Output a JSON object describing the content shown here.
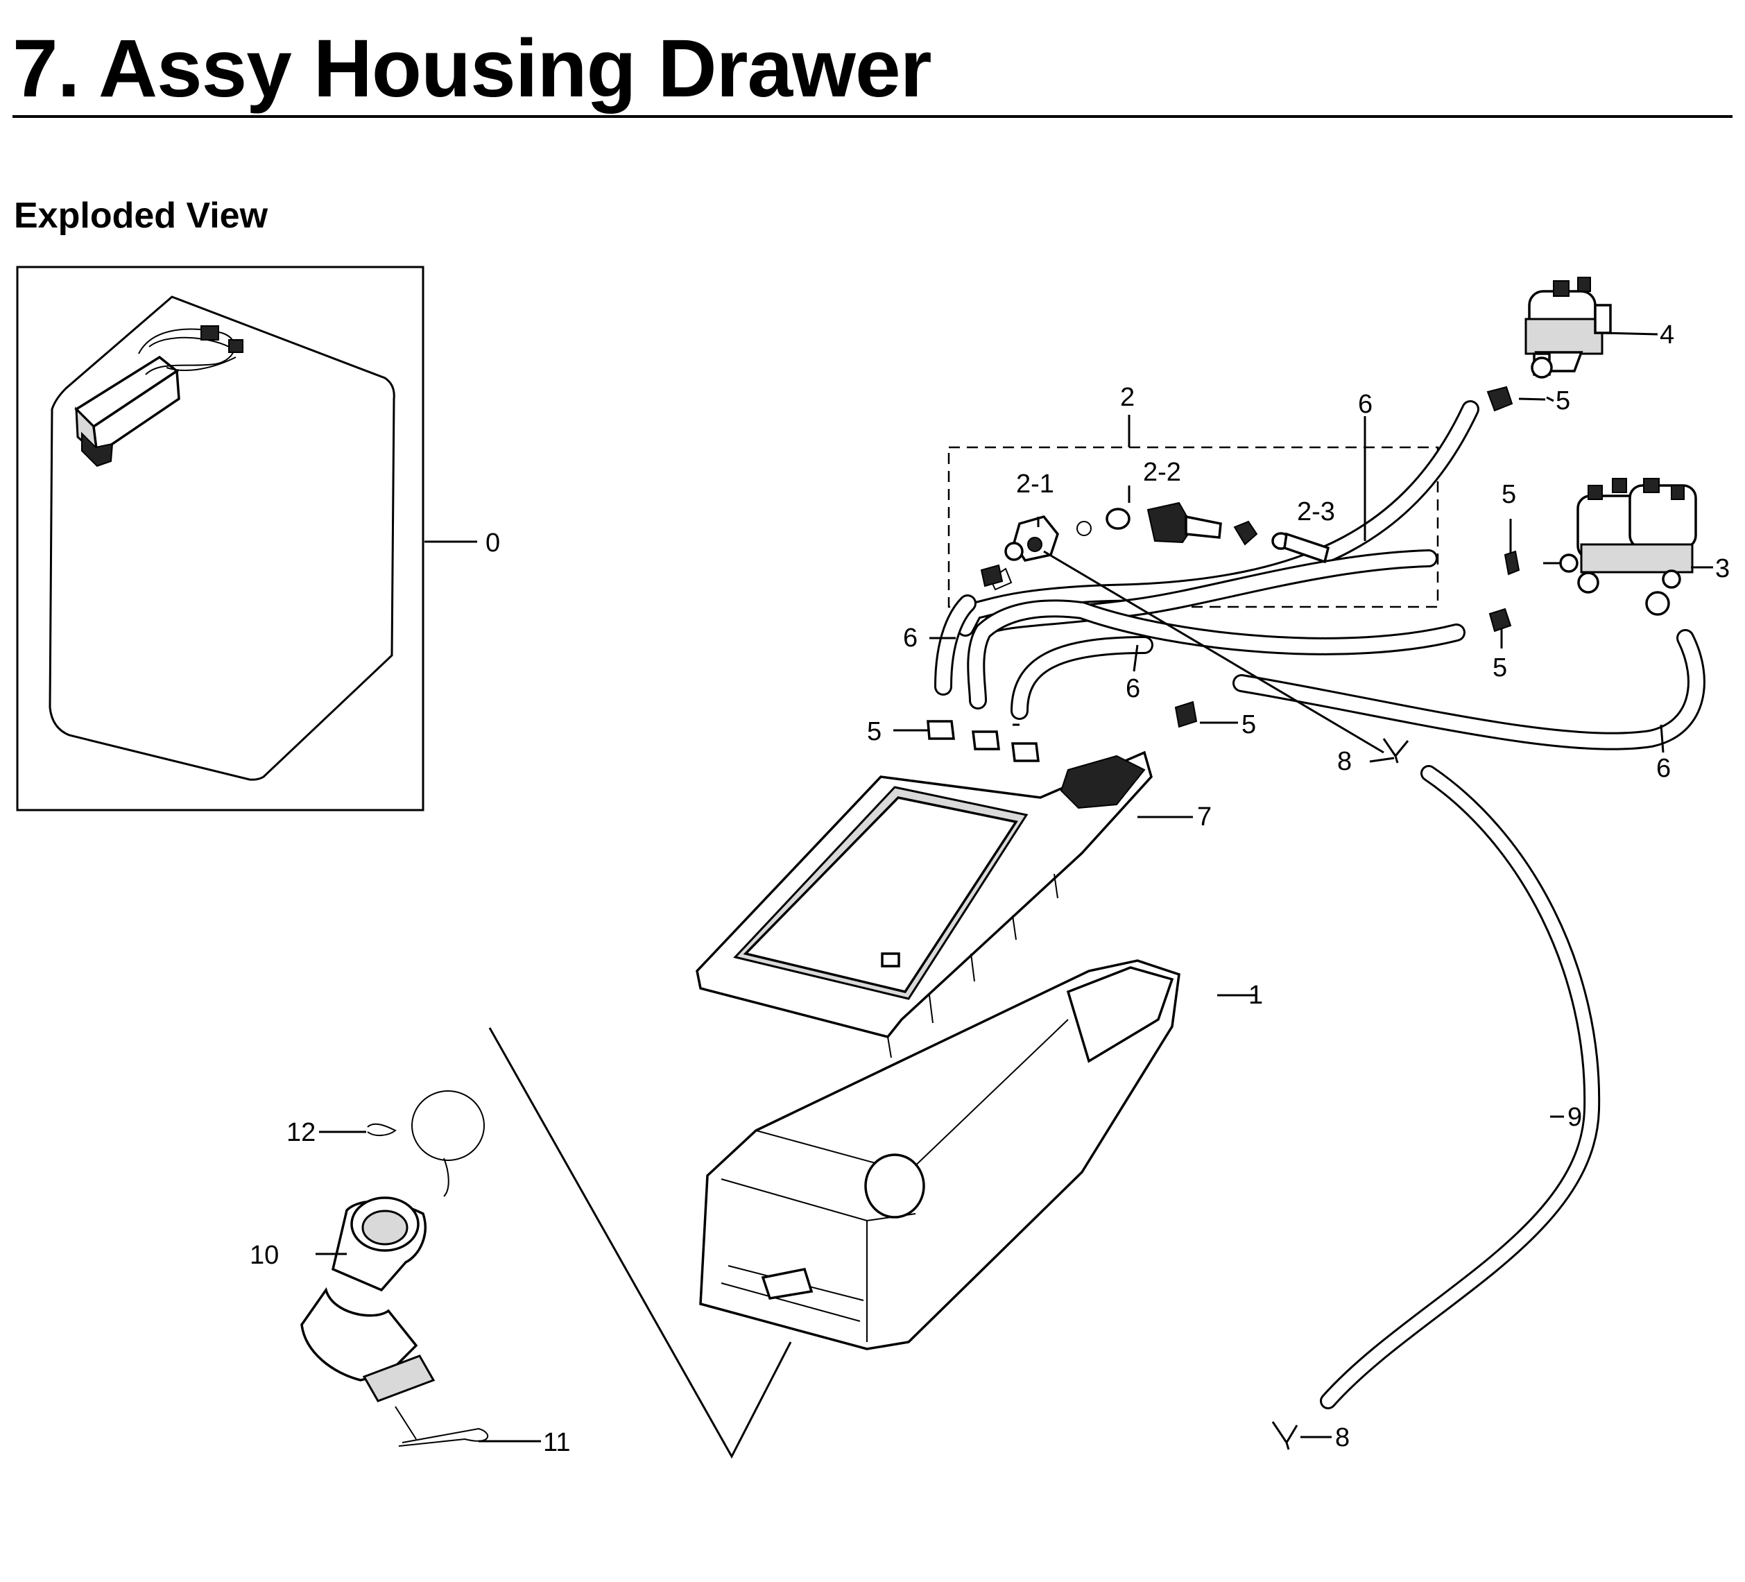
{
  "page": {
    "title": "7.  Assy Housing Drawer",
    "subtitle": "Exploded View"
  },
  "callouts": [
    {
      "id": "c0",
      "text": "0"
    },
    {
      "id": "c1",
      "text": "1"
    },
    {
      "id": "c2",
      "text": "2"
    },
    {
      "id": "c2-1",
      "text": "2-1"
    },
    {
      "id": "c2-2",
      "text": "2-2"
    },
    {
      "id": "c2-3",
      "text": "2-3"
    },
    {
      "id": "c3",
      "text": "3"
    },
    {
      "id": "c4",
      "text": "4"
    },
    {
      "id": "c5a",
      "text": "5"
    },
    {
      "id": "c5b",
      "text": "5"
    },
    {
      "id": "c5c",
      "text": "5"
    },
    {
      "id": "c5d",
      "text": "5"
    },
    {
      "id": "c5e",
      "text": "5"
    },
    {
      "id": "c6a",
      "text": "6"
    },
    {
      "id": "c6b",
      "text": "6"
    },
    {
      "id": "c6c",
      "text": "6"
    },
    {
      "id": "c6d",
      "text": "6"
    },
    {
      "id": "c7",
      "text": "7"
    },
    {
      "id": "c8a",
      "text": "8"
    },
    {
      "id": "c8b",
      "text": "8"
    },
    {
      "id": "c9",
      "text": "9"
    },
    {
      "id": "c10",
      "text": "10"
    },
    {
      "id": "c11",
      "text": "11"
    },
    {
      "id": "c12",
      "text": "12"
    }
  ]
}
